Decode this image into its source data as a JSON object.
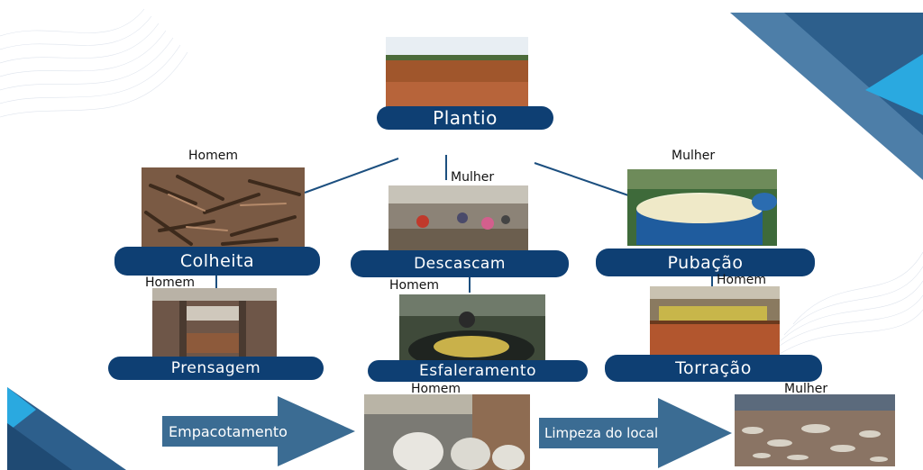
{
  "stages": {
    "plantio": "Plantio",
    "colheita": "Colheita",
    "descascam": "Descascam",
    "pubacao": "Pubação",
    "prensagem": "Prensagem",
    "esfaleramento": "Esfaleramento",
    "torracao": "Torração"
  },
  "roles": {
    "colheita": "Homem",
    "descascam": "Mulher",
    "pubacao": "Mulher",
    "prensagem": "Homem",
    "esfaleramento": "Homem",
    "torracao": "Homem",
    "empacotamento": "Homem",
    "limpeza": "Mulher"
  },
  "arrows": {
    "empacotamento": "Empacotamento",
    "limpeza": "Limpeza do local"
  },
  "colors": {
    "pill": "#0e3f73",
    "arrow": "#3b6c93",
    "corner_dark": "#2d5f8c",
    "corner_light": "#2aa9e0"
  }
}
